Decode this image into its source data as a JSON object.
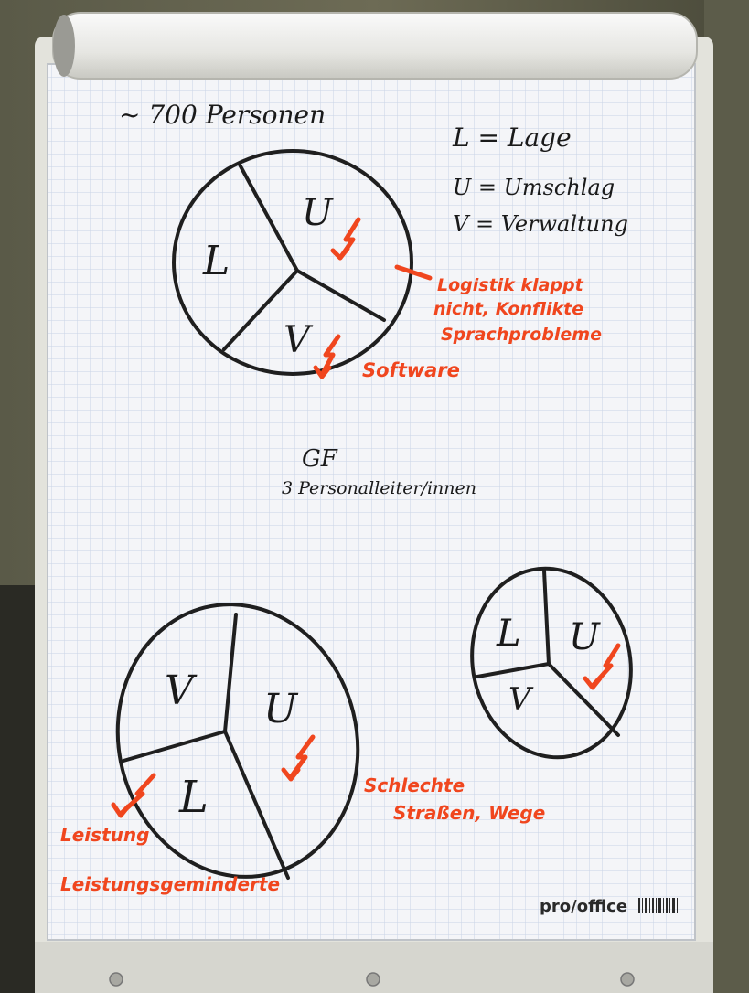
{
  "flipchart": {
    "heading": "~ 700 Personen",
    "legend": [
      "L = Lage",
      "U = Umschlag",
      "V = Verwaltung"
    ],
    "center_title": "GF",
    "center_subtitle": "3 Personalleiter/innen",
    "brand": "pro/office"
  },
  "diagram_top": {
    "segments": [
      "L",
      "U",
      "V"
    ],
    "annotations": [
      "Logistik klappt",
      "nicht, Konflikte",
      "Sprachprobleme",
      "Software"
    ]
  },
  "diagram_bottom_left": {
    "segments": [
      "V",
      "U",
      "L"
    ],
    "annotations": [
      "Schlechte",
      "Straßen, Wege",
      "Leistung",
      "Leistungsgeminderte"
    ]
  },
  "diagram_bottom_right": {
    "segments": [
      "L",
      "U",
      "V"
    ]
  },
  "colors": {
    "marker_black": "#1a1a1a",
    "marker_red": "#f0461e",
    "paper": "#f4f5f8",
    "grid": "#c9d3e6",
    "board": "#e3e3dc"
  }
}
